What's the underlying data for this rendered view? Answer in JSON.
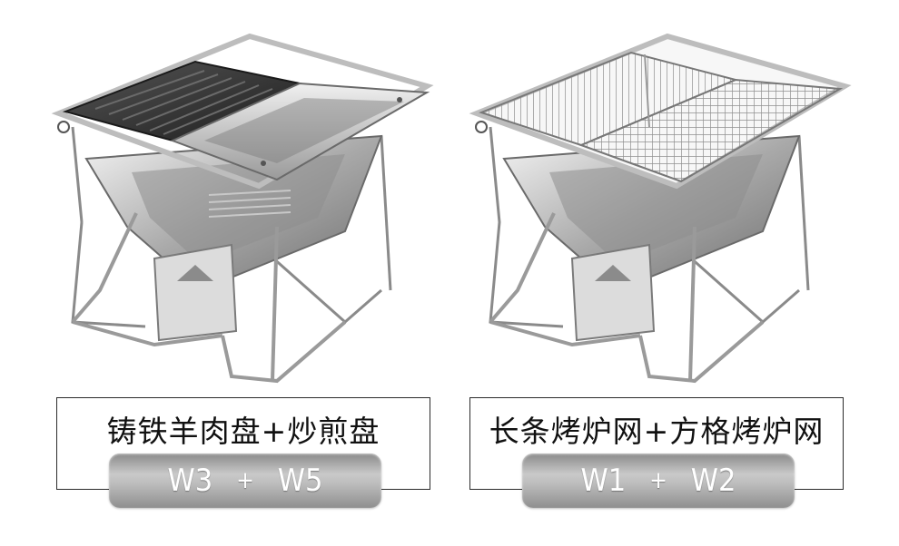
{
  "products": [
    {
      "title": "铸铁羊肉盘+炒煎盘",
      "code_a": "W3",
      "code_plus": "+",
      "code_b": "W5"
    },
    {
      "title": "长条烤炉网+方格烤炉网",
      "code_a": "W1",
      "code_plus": "+",
      "code_b": "W2"
    }
  ],
  "colors": {
    "steel_light": "#e6e6e6",
    "steel_mid": "#b0b0b0",
    "steel_dark": "#5a5a5a",
    "cast_iron": "#2e2e2e",
    "pill_gray": "#b4b4b4",
    "frame_border": "#2b2b2b"
  }
}
